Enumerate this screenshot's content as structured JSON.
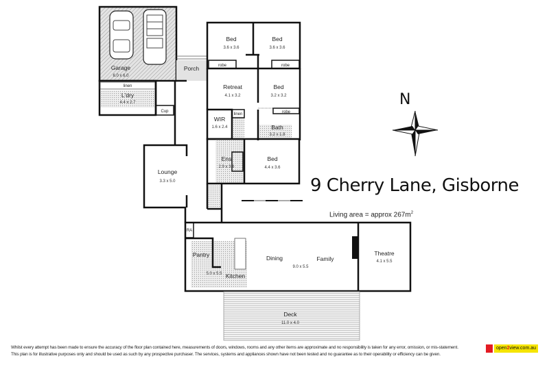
{
  "title": "9 Cherry Lane, Gisborne",
  "living_area": {
    "label": "Living area = approx 267m",
    "unit_sup": "2"
  },
  "north_label": "N",
  "rooms": {
    "garage": {
      "name": "Garage",
      "dim": "6.0 x 6.0"
    },
    "porch": {
      "name": "Porch"
    },
    "laundry": {
      "name": "L'dry",
      "dim": "4.4 x 2.7"
    },
    "linen_laundry": {
      "name": "linen"
    },
    "cup": {
      "name": "Cup"
    },
    "bed1": {
      "name": "Bed",
      "dim": "3.6 x 3.6"
    },
    "bed2": {
      "name": "Bed",
      "dim": "3.6 x 3.6"
    },
    "robe1": {
      "name": "robe"
    },
    "robe2": {
      "name": "robe"
    },
    "retreat": {
      "name": "Retreat",
      "dim": "4.1 x 3.2"
    },
    "bed3": {
      "name": "Bed",
      "dim": "3.2 x 3.2"
    },
    "robe3": {
      "name": "robe"
    },
    "wir": {
      "name": "WIR",
      "dim": "1.6 x 2.4"
    },
    "linen_hall": {
      "name": "linen"
    },
    "bath": {
      "name": "Bath",
      "dim": "3.2 x 1.8"
    },
    "ens": {
      "name": "Ens",
      "dim": "2.9 x 3.6"
    },
    "bed4": {
      "name": "Bed",
      "dim": "4.4 x 3.6"
    },
    "lounge": {
      "name": "Lounge",
      "dim": "3.3 x 5.0"
    },
    "ra": {
      "name": "RA"
    },
    "pantry": {
      "name": "Pantry"
    },
    "kitchen": {
      "name": "Kitchen",
      "dim": "5.0 x 5.5"
    },
    "dining": {
      "name": "Dining"
    },
    "family": {
      "name": "Family",
      "dim": "9.0 x 5.5"
    },
    "theatre": {
      "name": "Theatre",
      "dim": "4.1 x 5.5"
    },
    "deck": {
      "name": "Deck",
      "dim": "11.0 x 4.0"
    }
  },
  "disclaimer": {
    "line1": "Whilst every attempt has been made to ensure the accuracy of the floor plan contained here, measurements of doors, windows, rooms and any other items are approximate and no responsibility is taken for any error, omission, or mis-statement.",
    "line2": "This plan is for illustrative purposes only and should be used as such by any prospective purchaser. The services, systems and appliances shown have not been tested and no guarantee as to their operability or efficiency can be given."
  },
  "logo": {
    "text_pre": "open",
    "text_num": "2",
    "text_post": "view.com.au"
  },
  "colors": {
    "wall": "#111111",
    "shade": "#d9d9d9",
    "logo_red": "#e31b23",
    "logo_yellow": "#f5e400"
  }
}
